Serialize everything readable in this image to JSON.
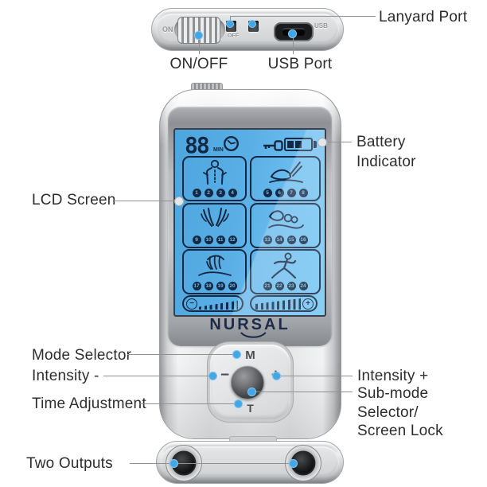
{
  "colors": {
    "screen_blue": "#58aee5",
    "dot_blue": "#41a7e6",
    "lcd_navy": "#142843",
    "brand_navy": "#1c2c48"
  },
  "top_view": {
    "embossed_on": "ON",
    "embossed_off": "OFF",
    "embossed_usb": "USB",
    "icons": {
      "onoff_switch": "onoff-slider-switch",
      "lanyard_holes": "two square lanyard holes",
      "usb": "micro-usb-port"
    }
  },
  "device": {
    "brand": "NURSAL",
    "screen": {
      "timer_value": "88",
      "timer_unit": "MIN",
      "status_icons": {
        "clock": "clock-icon",
        "key": "key-lock-icon",
        "battery": "battery-icon (2 of 3 bars)"
      },
      "modes": [
        {
          "name": "back-neck-massage",
          "numbers": [
            "1",
            "2",
            "3",
            "4"
          ]
        },
        {
          "name": "acupuncture-hand",
          "numbers": [
            "5",
            "6",
            "7",
            "8"
          ]
        },
        {
          "name": "kneading-hands",
          "numbers": [
            "9",
            "10",
            "11",
            "12"
          ]
        },
        {
          "name": "rolling-balls",
          "numbers": [
            "13",
            "14",
            "15",
            "16"
          ]
        },
        {
          "name": "scraping-hand",
          "numbers": [
            "17",
            "18",
            "19",
            "20"
          ]
        },
        {
          "name": "exercise-figure",
          "numbers": [
            "21",
            "22",
            "23",
            "24"
          ]
        }
      ],
      "intensity_bar": {
        "minus": "−",
        "plus": "+"
      }
    },
    "buttons": {
      "mode": "M",
      "minus": "−",
      "plus": "+",
      "time": "T"
    }
  },
  "callouts": {
    "lanyard_port": "Lanyard Port",
    "on_off": "ON/OFF",
    "usb_port": "USB Port",
    "battery_line1": "Battery",
    "battery_line2": "Indicator",
    "lcd_screen": "LCD Screen",
    "mode_selector": "Mode Selector",
    "intensity_minus": "Intensity -",
    "time_adjustment": "Time Adjustment",
    "intensity_plus": "Intensity +",
    "sub_mode_line1": "Sub-mode",
    "sub_mode_line2": "Selector/",
    "sub_mode_line3": "Screen Lock",
    "two_outputs": "Two Outputs"
  }
}
